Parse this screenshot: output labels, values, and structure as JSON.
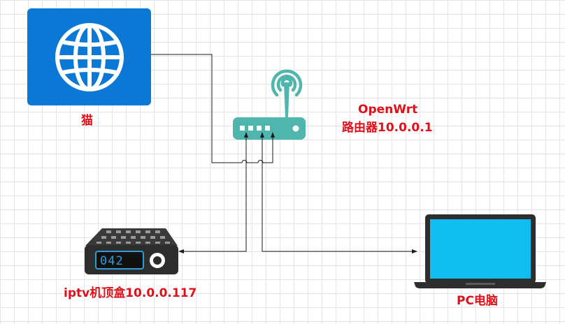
{
  "nodes": {
    "modem": {
      "label": "猫",
      "icon": "globe-icon"
    },
    "router": {
      "label_line1": "OpenWrt",
      "label_line2": "路由器10.0.0.1",
      "icon": "wifi-router-icon"
    },
    "stb": {
      "label": "iptv机顶盒10.0.0.117",
      "display": "042",
      "icon": "set-top-box-icon"
    },
    "pc": {
      "label": "PC电脑",
      "icon": "laptop-icon"
    }
  },
  "colors": {
    "label": "#e0101a",
    "modem_bg": "#0a78d4",
    "router_body": "#4fb5ad",
    "laptop_screen": "#0fbdf0",
    "device_dark": "#2d2d2d"
  }
}
